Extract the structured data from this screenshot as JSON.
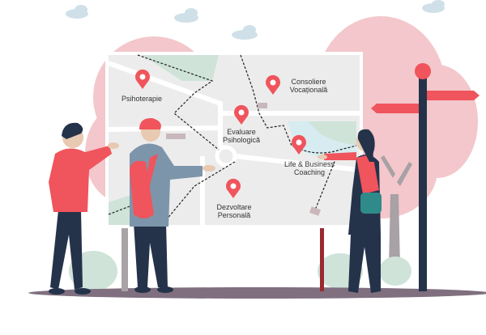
{
  "map_labels": {
    "psihoterapie": "Psihoterapie",
    "consoliere_1": "Consoliere",
    "consoliere_2": "Vocațională",
    "evaluare_1": "Evaluare",
    "evaluare_2": "Psihologică",
    "coaching_1": "Life & Business",
    "coaching_2": "Coaching",
    "dezvoltare_1": "Dezvoltare",
    "dezvoltare_2": "Personală"
  },
  "colors": {
    "accent": "#f0545c",
    "pink_bg": "#f3c7cb",
    "board": "#ededed",
    "green": "#cfe3d9",
    "navy": "#24334a",
    "jacket_blue": "#7d95ab"
  }
}
